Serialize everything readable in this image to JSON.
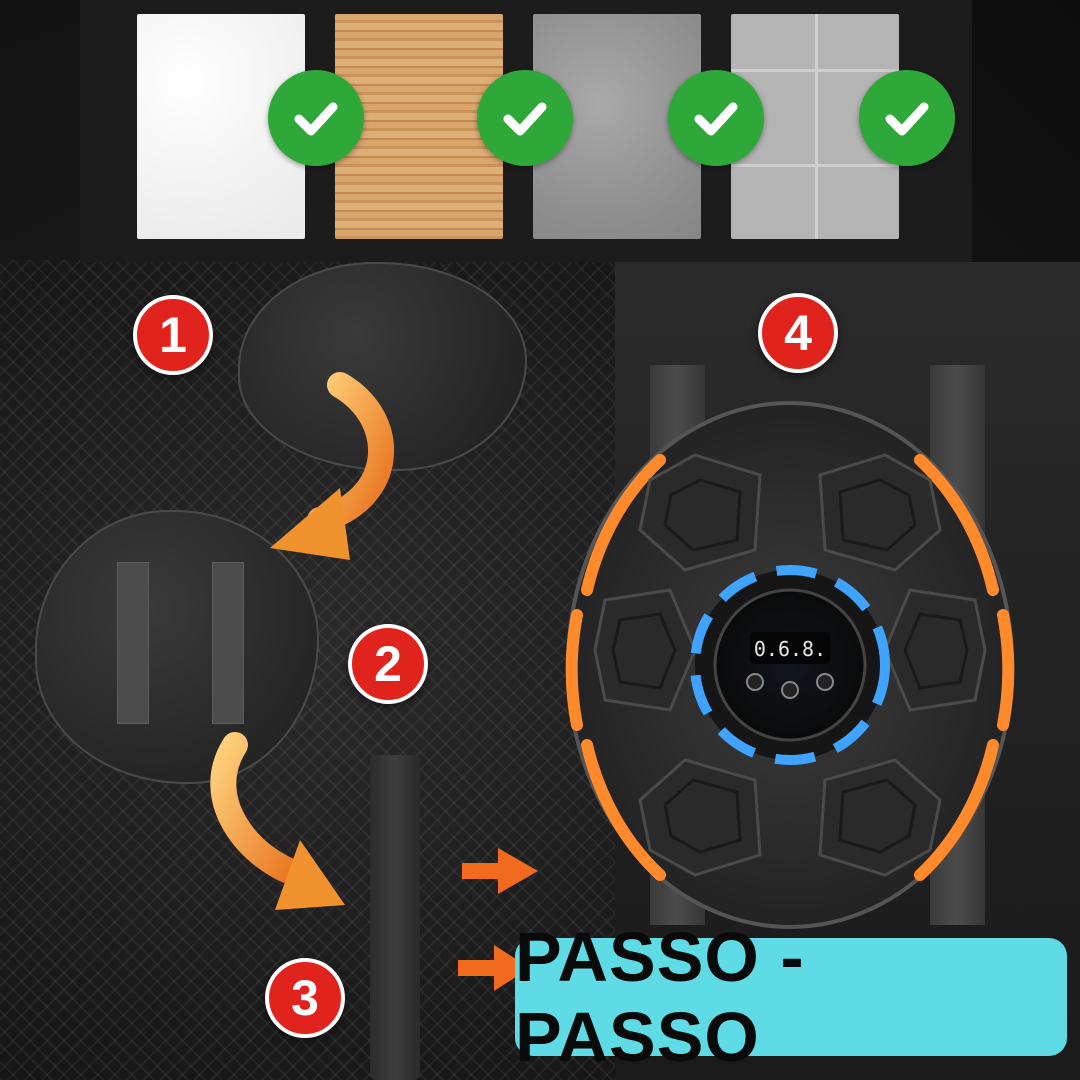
{
  "steps": [
    "1",
    "2",
    "3",
    "4"
  ],
  "banner": {
    "text": "PASSO - PASSO"
  },
  "display": {
    "readout": "0.6.8."
  },
  "surfaces": [
    {
      "name": "white-wall",
      "color": "#f3f3f3",
      "checked": true
    },
    {
      "name": "wood",
      "color": "#d19c62",
      "checked": true
    },
    {
      "name": "concrete",
      "color": "#959595",
      "checked": true
    },
    {
      "name": "tile",
      "color": "#b4b4b4",
      "checked": true
    }
  ],
  "colors": {
    "check_green": "#2fa83a",
    "badge_red": "#e0241d",
    "banner_cyan": "#5fdbe6",
    "arrow_orange": "#f0922e",
    "led_orange": "#ff8a2b",
    "led_blue": "#3fa3ff"
  },
  "icons": [
    "checkmark-icon",
    "curved-arrow-icon",
    "straight-arrow-icon"
  ]
}
